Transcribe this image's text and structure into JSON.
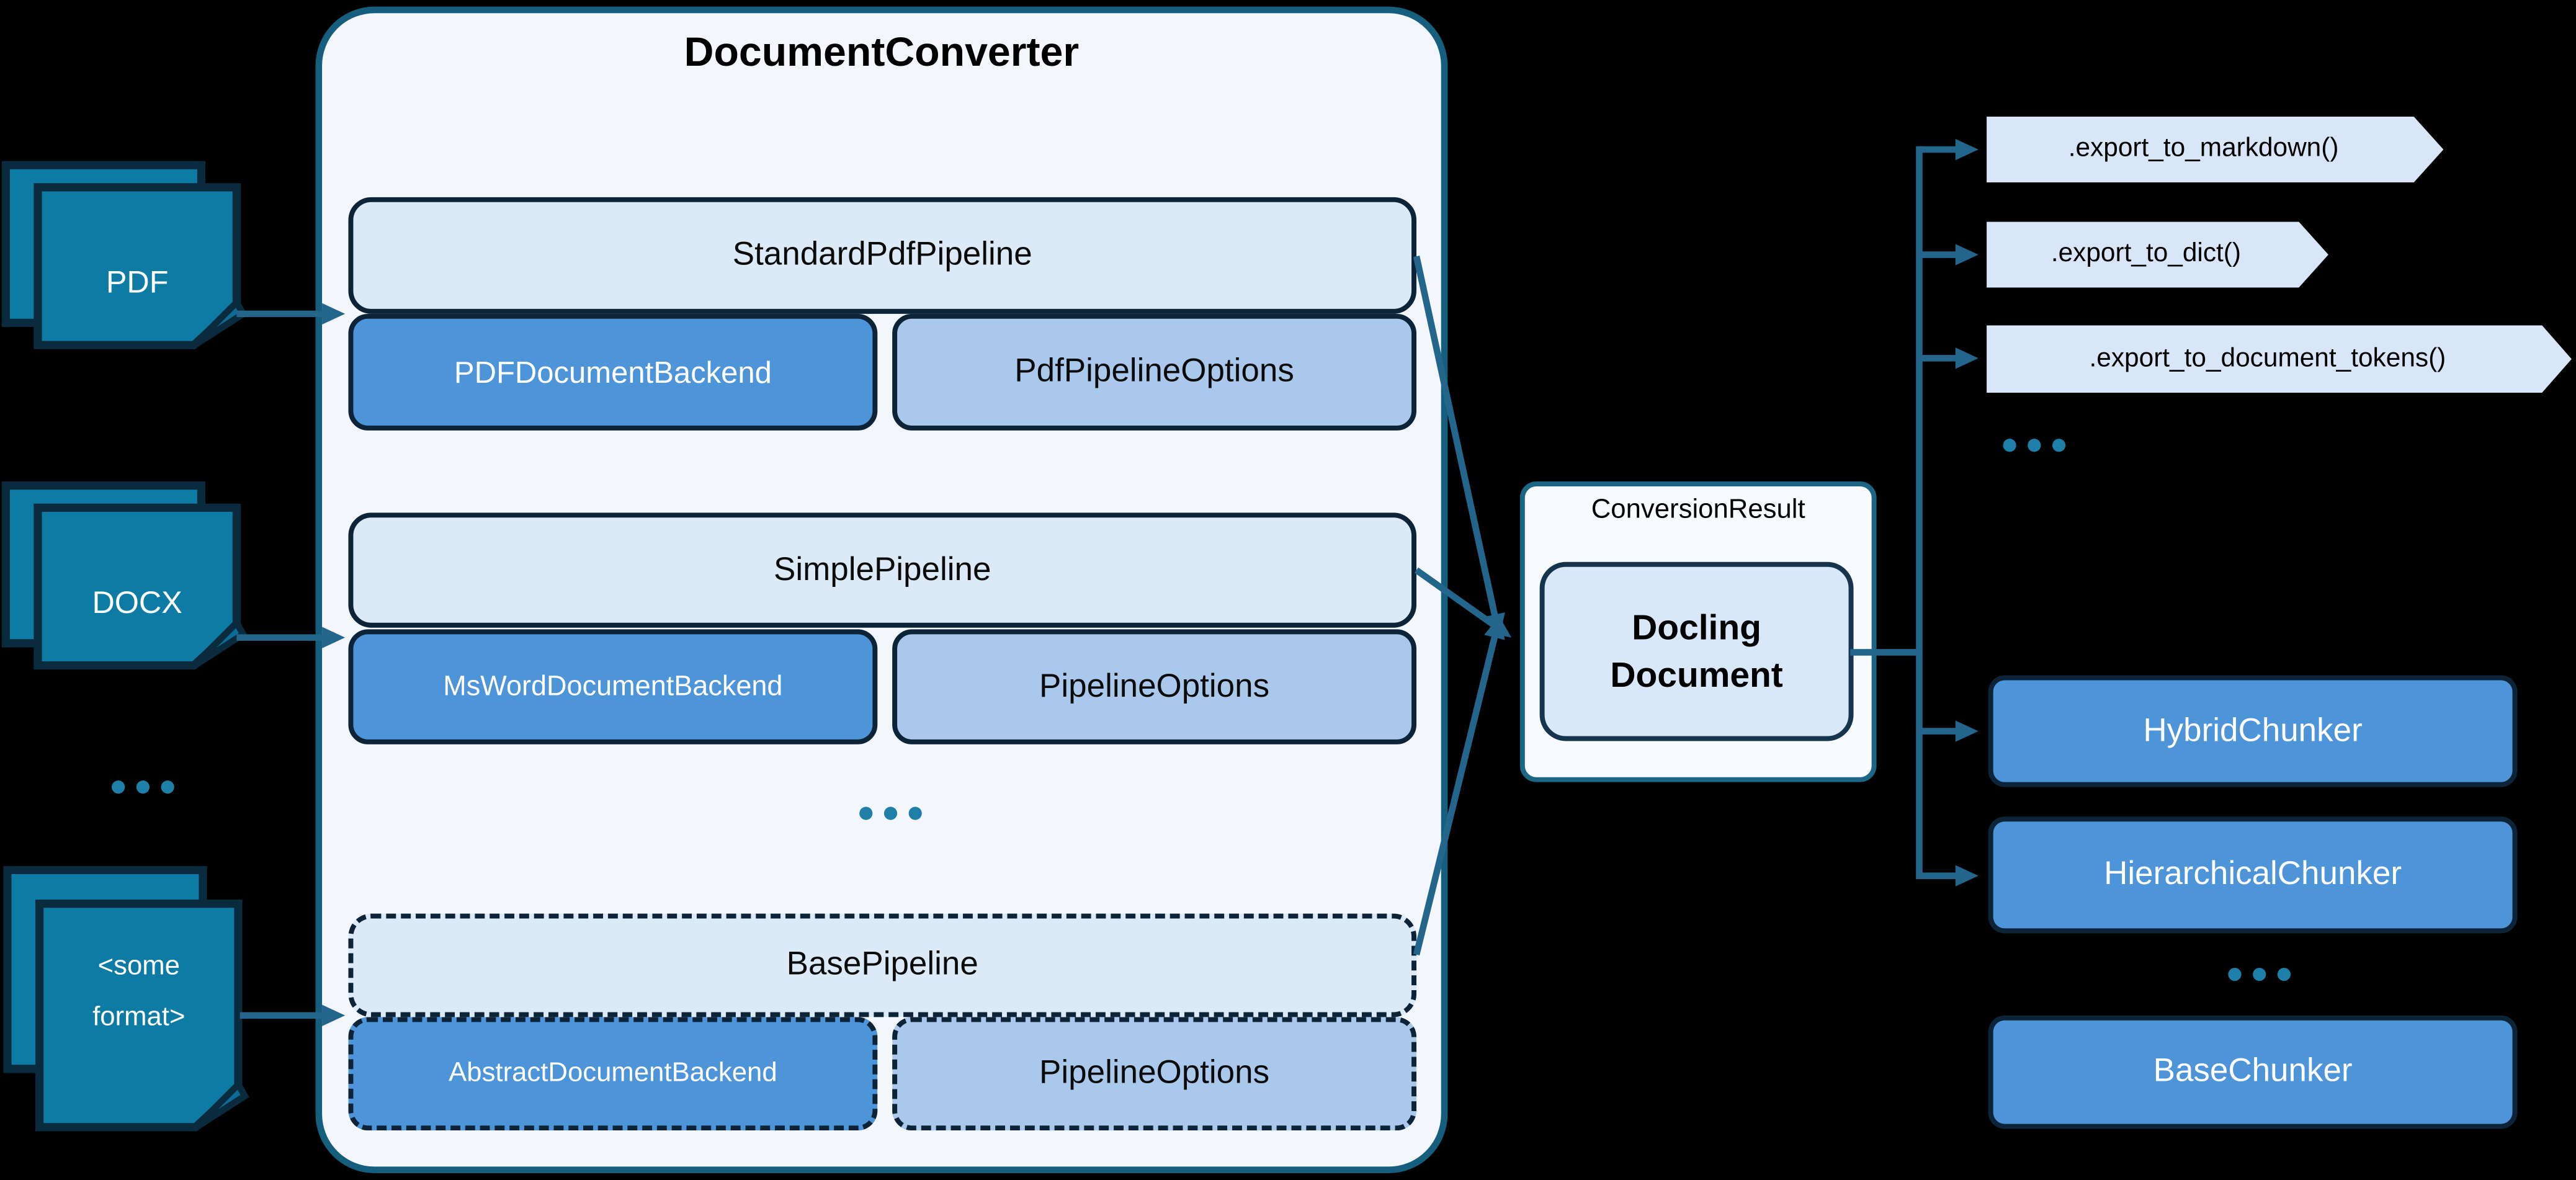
{
  "diagram": {
    "background_color": "#000000",
    "accent_teal": "#0E7BA4",
    "arrow_color": "#24658C",
    "converter": {
      "title": "DocumentConverter",
      "groups": [
        {
          "pipeline": "StandardPdfPipeline",
          "backend": "PDFDocumentBackend",
          "options": "PdfPipelineOptions",
          "dashed": false
        },
        {
          "pipeline": "SimplePipeline",
          "backend": "MsWordDocumentBackend",
          "options": "PipelineOptions",
          "dashed": false
        },
        {
          "pipeline": "BasePipeline",
          "backend": "AbstractDocumentBackend",
          "options": "PipelineOptions",
          "dashed": true
        }
      ],
      "ellipsis": "..."
    },
    "inputs": {
      "items": [
        {
          "label": "PDF"
        },
        {
          "label": "DOCX"
        },
        {
          "label": "<some format>",
          "lines": [
            "<some",
            "format>"
          ]
        }
      ],
      "ellipsis": "..."
    },
    "result": {
      "label": "ConversionResult",
      "document": "Docling Document",
      "document_lines": [
        "Docling",
        "Document"
      ]
    },
    "exports": {
      "items": [
        ".export_to_markdown()",
        ".export_to_dict()",
        ".export_to_document_tokens()"
      ],
      "ellipsis": "..."
    },
    "chunkers": {
      "items": [
        {
          "label": "HybridChunker",
          "dashed": false
        },
        {
          "label": "HierarchicalChunker",
          "dashed": false
        },
        {
          "label": "BaseChunker",
          "dashed": true
        }
      ],
      "ellipsis": "..."
    }
  }
}
